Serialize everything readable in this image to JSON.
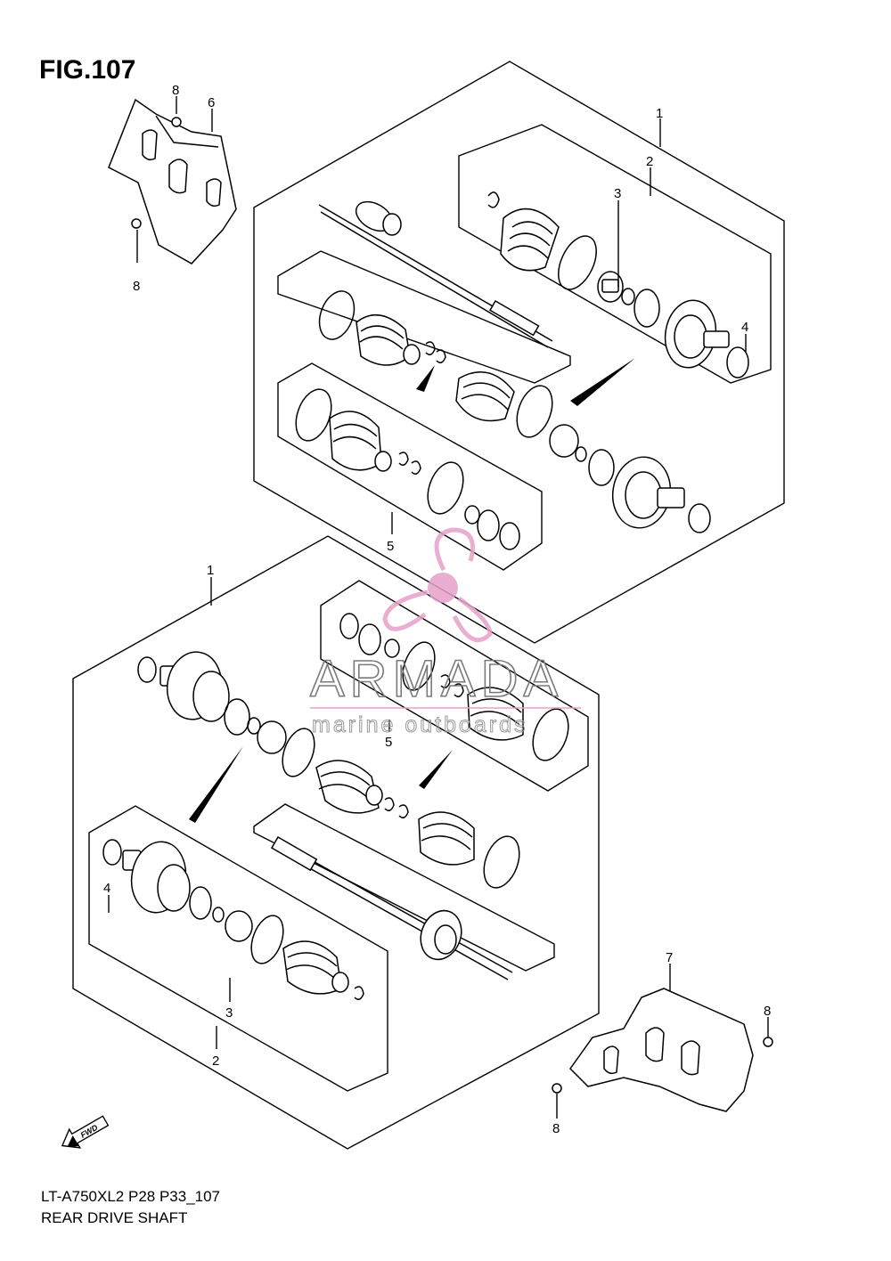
{
  "figure": {
    "title": "FIG.107",
    "model_code": "LT-A750XL2 P28 P33_107",
    "name": "REAR DRIVE SHAFT"
  },
  "watermark": {
    "brand": "ARMADA",
    "tagline": "marine outboards",
    "color": "#e6a0c8"
  },
  "callouts": {
    "upper_assembly": "1",
    "upper_joint_kit": "2",
    "upper_joint_parts": "3",
    "upper_circlip": "4",
    "upper_boot_set": "5",
    "bracket_upper": "6",
    "bolt_upper_top": "8",
    "bolt_upper_bottom": "8",
    "lower_assembly": "1",
    "lower_joint_kit": "2",
    "lower_joint_parts": "3",
    "lower_circlip": "4",
    "lower_boot_set": "5",
    "bracket_lower": "7",
    "bolt_lower_right": "8",
    "bolt_lower_bottom": "8"
  },
  "fwd_arrow": {
    "label": "FWD",
    "icon": "fwd-arrow-icon"
  }
}
